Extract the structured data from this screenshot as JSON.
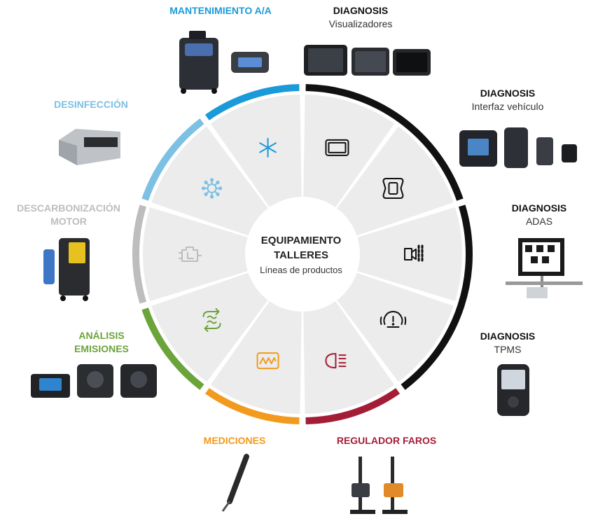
{
  "center": {
    "title_line1": "EQUIPAMIENTO",
    "title_line2": "TALLERES",
    "subtitle": "Líneas de productos"
  },
  "colors": {
    "mantenimiento": "#1a9ad9",
    "desinfeccion": "#7cc0e4",
    "descarbonizacion": "#bdbdbd",
    "emisiones": "#6ba43a",
    "mediciones": "#f29a1e",
    "faros": "#a41d36",
    "diagnosis": "#111111",
    "segment_fill": "#ececec"
  },
  "labels": {
    "mantenimiento": {
      "title": "MANTENIMIENTO A/A"
    },
    "diag_visualizadores": {
      "title": "DIAGNOSIS",
      "sub": "Visualizadores"
    },
    "diag_interfaz": {
      "title": "DIAGNOSIS",
      "sub": "Interfaz vehículo"
    },
    "diag_adas": {
      "title": "DIAGNOSIS",
      "sub": "ADAS"
    },
    "diag_tpms": {
      "title": "DIAGNOSIS",
      "sub": "TPMS"
    },
    "faros": {
      "title": "REGULADOR FAROS"
    },
    "mediciones": {
      "title": "MEDICIONES"
    },
    "emisiones": {
      "title1": "ANÁLISIS",
      "title2": "EMISIONES"
    },
    "descarbonizacion": {
      "title1": "DESCARBONIZACIÓN",
      "title2": "MOTOR"
    },
    "desinfeccion": {
      "title": "DESINFECCIÓN"
    }
  },
  "segment_icons": [
    "tablet-icon",
    "vehicle-interface-icon",
    "adas-camera-icon",
    "tpms-icon",
    "headlight-icon",
    "wave-measure-icon",
    "emissions-cycle-icon",
    "engine-icon",
    "disinfection-virus-icon",
    "snowflake-icon"
  ]
}
